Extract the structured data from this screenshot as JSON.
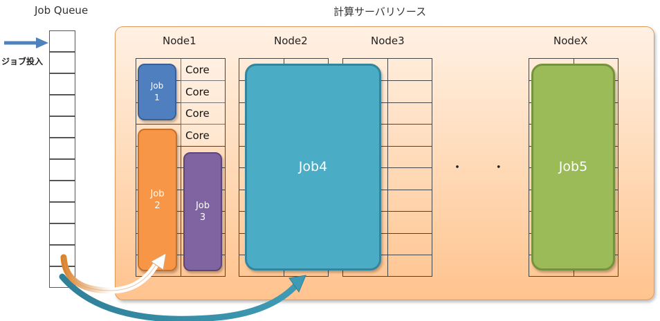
{
  "queue": {
    "title": "Job Queue",
    "submit_label": "ジョブ投入",
    "slots": 12
  },
  "resources": {
    "title": "計算サーバリソース",
    "nodes": [
      "Node1",
      "Node2",
      "Node3",
      "NodeX"
    ],
    "core_labels": [
      "Core",
      "Core",
      "Core",
      "Core"
    ],
    "ellipsis": "・ ・ ・"
  },
  "jobs": {
    "job1": "Job\n1",
    "job2": "Job\n2",
    "job3": "Job\n3",
    "job4": "Job4",
    "job5": "Job5"
  },
  "colors": {
    "job1": "#4f7fbf",
    "job2": "#f79646",
    "job3": "#8064a2",
    "job4": "#4bacc6",
    "job5": "#9bbb59",
    "arrow_blue": "#4f81bd",
    "arrow_teal": "#2f7f97",
    "arrow_orange": "#d9822b"
  }
}
